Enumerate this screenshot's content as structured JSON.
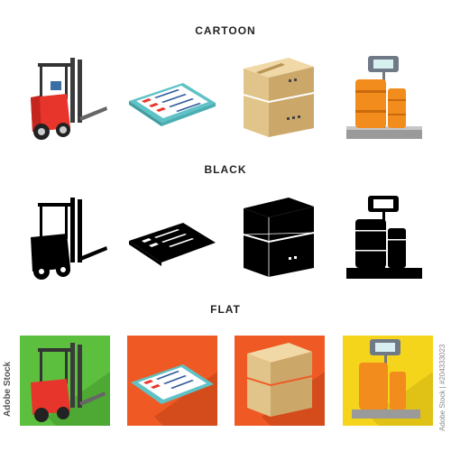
{
  "sections": {
    "cartoon": "CARTOON",
    "black": "BLACK",
    "flat": "FLAT"
  },
  "icons": [
    "forklift-icon",
    "clipboard-checklist-icon",
    "cardboard-boxes-icon",
    "barrels-on-scale-icon"
  ],
  "colors": {
    "forklift_red": "#e8352c",
    "forklift_dark": "#333333",
    "box_tan": "#e0c48a",
    "barrel_orange": "#f28c1c",
    "clipboard_teal": "#5fc2c6",
    "flat_green": "#5cc03e",
    "flat_orange": "#ef5a24",
    "flat_yellow": "#f5d51c"
  },
  "stock_id": "Adobe Stock | #204333023",
  "brand": "Adobe Stock"
}
